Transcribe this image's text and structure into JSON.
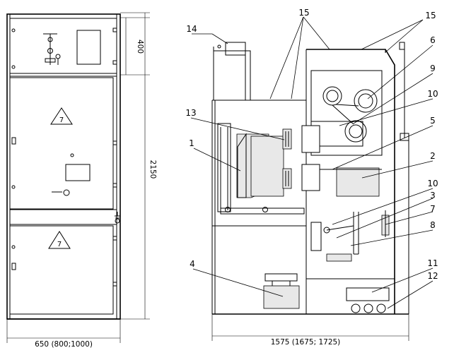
{
  "front_view": {
    "width_dimension": "650 (800;1000)",
    "height_dimension": "2150",
    "top_compartment_dimension": "400",
    "warning_symbol": "7"
  },
  "side_view": {
    "depth_dimension": "1575 (1675; 1725)",
    "part_labels": [
      {
        "id": "l15a",
        "text": "15"
      },
      {
        "id": "l15b",
        "text": "15"
      },
      {
        "id": "l14",
        "text": "14"
      },
      {
        "id": "l6",
        "text": "6"
      },
      {
        "id": "l9",
        "text": "9"
      },
      {
        "id": "l10a",
        "text": "10"
      },
      {
        "id": "l13",
        "text": "13"
      },
      {
        "id": "l5",
        "text": "5"
      },
      {
        "id": "l1",
        "text": "1"
      },
      {
        "id": "l2",
        "text": "2"
      },
      {
        "id": "l10b",
        "text": "10"
      },
      {
        "id": "l3",
        "text": "3"
      },
      {
        "id": "l7",
        "text": "7"
      },
      {
        "id": "l8",
        "text": "8"
      },
      {
        "id": "l4",
        "text": "4"
      },
      {
        "id": "l11",
        "text": "11"
      },
      {
        "id": "l12",
        "text": "12"
      }
    ]
  }
}
